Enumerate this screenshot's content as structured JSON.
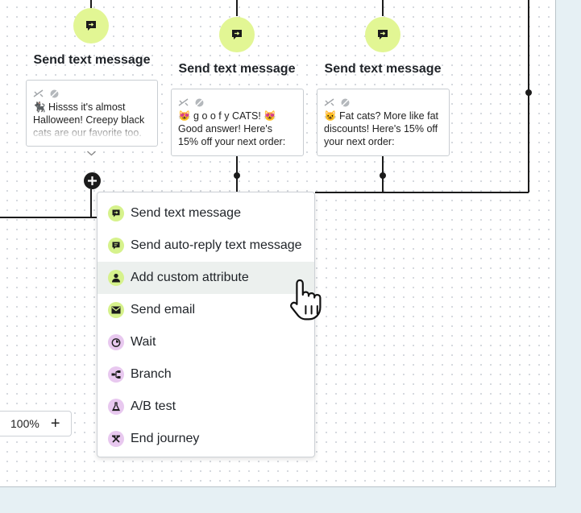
{
  "nodes": [
    {
      "title": "Send text message",
      "body": "🐈‍⬛ Hissss it's almost\nHalloween! Creepy black\ncats are our favorite too."
    },
    {
      "title": "Send text message",
      "body": "😻 g o o f y CATS! 😻\nGood answer! Here's\n15% off your next order:"
    },
    {
      "title": "Send text message",
      "body": "😺 Fat cats? More like fat\ndiscounts! Here's 15% off\nyour next order:"
    }
  ],
  "menu": {
    "items": [
      {
        "label": "Send text message",
        "icon": "sms-icon",
        "tone": "green"
      },
      {
        "label": "Send auto-reply text message",
        "icon": "auto-reply-icon",
        "tone": "green"
      },
      {
        "label": "Add custom attribute",
        "icon": "person-icon",
        "tone": "green",
        "highlighted": true
      },
      {
        "label": "Send email",
        "icon": "envelope-icon",
        "tone": "green"
      },
      {
        "label": "Wait",
        "icon": "timer-icon",
        "tone": "purple"
      },
      {
        "label": "Branch",
        "icon": "branch-icon",
        "tone": "purple"
      },
      {
        "label": "A/B test",
        "icon": "flask-icon",
        "tone": "purple"
      },
      {
        "label": "End journey",
        "icon": "tools-icon",
        "tone": "purple"
      }
    ]
  },
  "zoom": {
    "level": "100%",
    "plus": "+"
  },
  "colors": {
    "node_green": "#e2f694",
    "menu_green": "#d6f28c",
    "menu_purple": "#e8c8ef",
    "highlight": "#ecf0ee",
    "line": "#1b1b1b"
  }
}
